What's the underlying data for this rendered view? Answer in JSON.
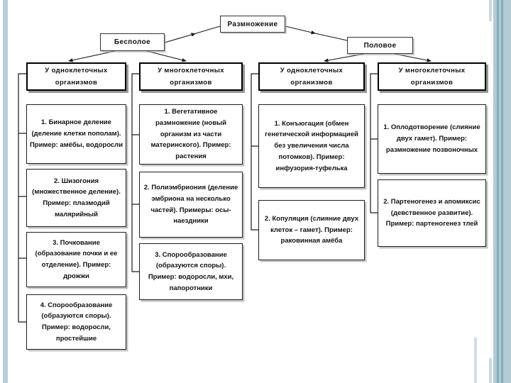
{
  "diagram": {
    "root": "Размножение",
    "branches": [
      {
        "label": "Бесполое"
      },
      {
        "label": "Половое"
      }
    ],
    "columns": [
      {
        "header": "У одноклеточных организмов",
        "items": [
          "1. Бинарное деление (деление клетки пополам). Пример: амёбы, водоросли",
          "2. Шизогония (множественное деление). Пример: плазмодий малярийный",
          "3. Почкование (образование почки и ее отделение). Пример: дрожжи",
          "4. Спорообразование (образуются споры). Пример: водоросли, простейшие"
        ]
      },
      {
        "header": "У многоклеточных организмов",
        "items": [
          "1. Вегетативное размножение (новый организм из части материнского). Пример: растения",
          "2. Полиэмбриония (деление эмбриона на несколько частей). Примеры: осы-наездники",
          "3. Спорообразование (образуются споры). Пример: водоросли, мхи, папоротники"
        ]
      },
      {
        "header": "У одноклеточных организмов",
        "items": [
          "1. Конъюгация (обмен генетической информацией без увеличения числа потомков). Пример: инфузория-туфелька",
          "2. Копуляция (слияние двух клеток – гамет). Пример: раковинная амёба"
        ]
      },
      {
        "header": "У многоклеточных организмов",
        "items": [
          "1. Оплодотворение (слияние двух гамет). Пример: размножение позвоночных",
          "2. Партеногенез и апомиксис (девственное развитие). Пример: партеногенез тлей"
        ]
      }
    ],
    "colors": {
      "accent_light": "#b4cad4",
      "accent_dark": "#84abba",
      "line": "#1a1a1a"
    }
  }
}
